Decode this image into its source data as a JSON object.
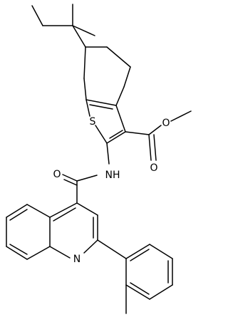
{
  "atoms": {
    "S": "S",
    "O": "O",
    "NH": "NH",
    "N": "N"
  },
  "colors": {
    "ink": "#000000",
    "background": "#ffffff"
  }
}
